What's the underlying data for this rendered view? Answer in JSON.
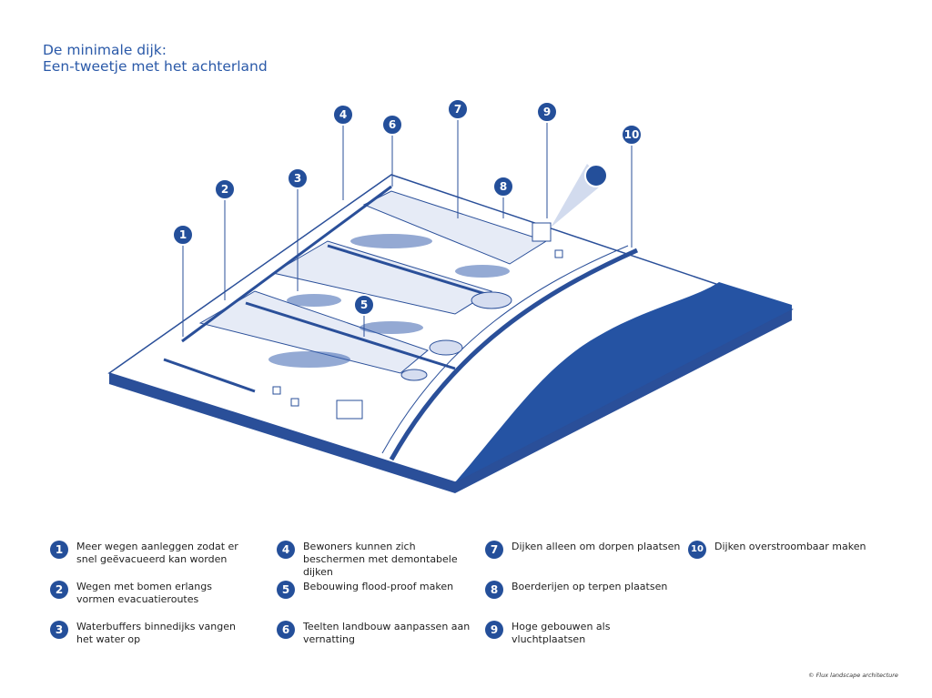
{
  "title": {
    "line1": "De minimale dijk:",
    "line2": "Een-tweetje met het achterland"
  },
  "colors": {
    "primary": "#244f9a",
    "water": "#2553a3",
    "field": "#e6ebf6",
    "line": "#2a4f99"
  },
  "markers": [
    "1",
    "2",
    "3",
    "4",
    "5",
    "6",
    "7",
    "8",
    "9",
    "10"
  ],
  "legend": [
    {
      "n": "1",
      "text": "Meer wegen aanleggen zodat er snel geëvacueerd kan worden"
    },
    {
      "n": "2",
      "text": "Wegen met bomen erlangs vormen evacuatieroutes"
    },
    {
      "n": "3",
      "text": "Waterbuffers binnedijks vangen het water op"
    },
    {
      "n": "4",
      "text": "Bewoners kunnen zich beschermen met demontabele dijken"
    },
    {
      "n": "5",
      "text": "Bebouwing flood-proof maken"
    },
    {
      "n": "6",
      "text": "Teelten landbouw aanpassen aan vernatting"
    },
    {
      "n": "7",
      "text": "Dijken alleen om dorpen plaatsen"
    },
    {
      "n": "8",
      "text": "Boerderijen op terpen plaatsen"
    },
    {
      "n": "9",
      "text": "Hoge gebouwen als vluchtplaatsen"
    },
    {
      "n": "10",
      "text": "Dijken overstroombaar maken"
    }
  ],
  "credit": "© Flux landscape architecture"
}
